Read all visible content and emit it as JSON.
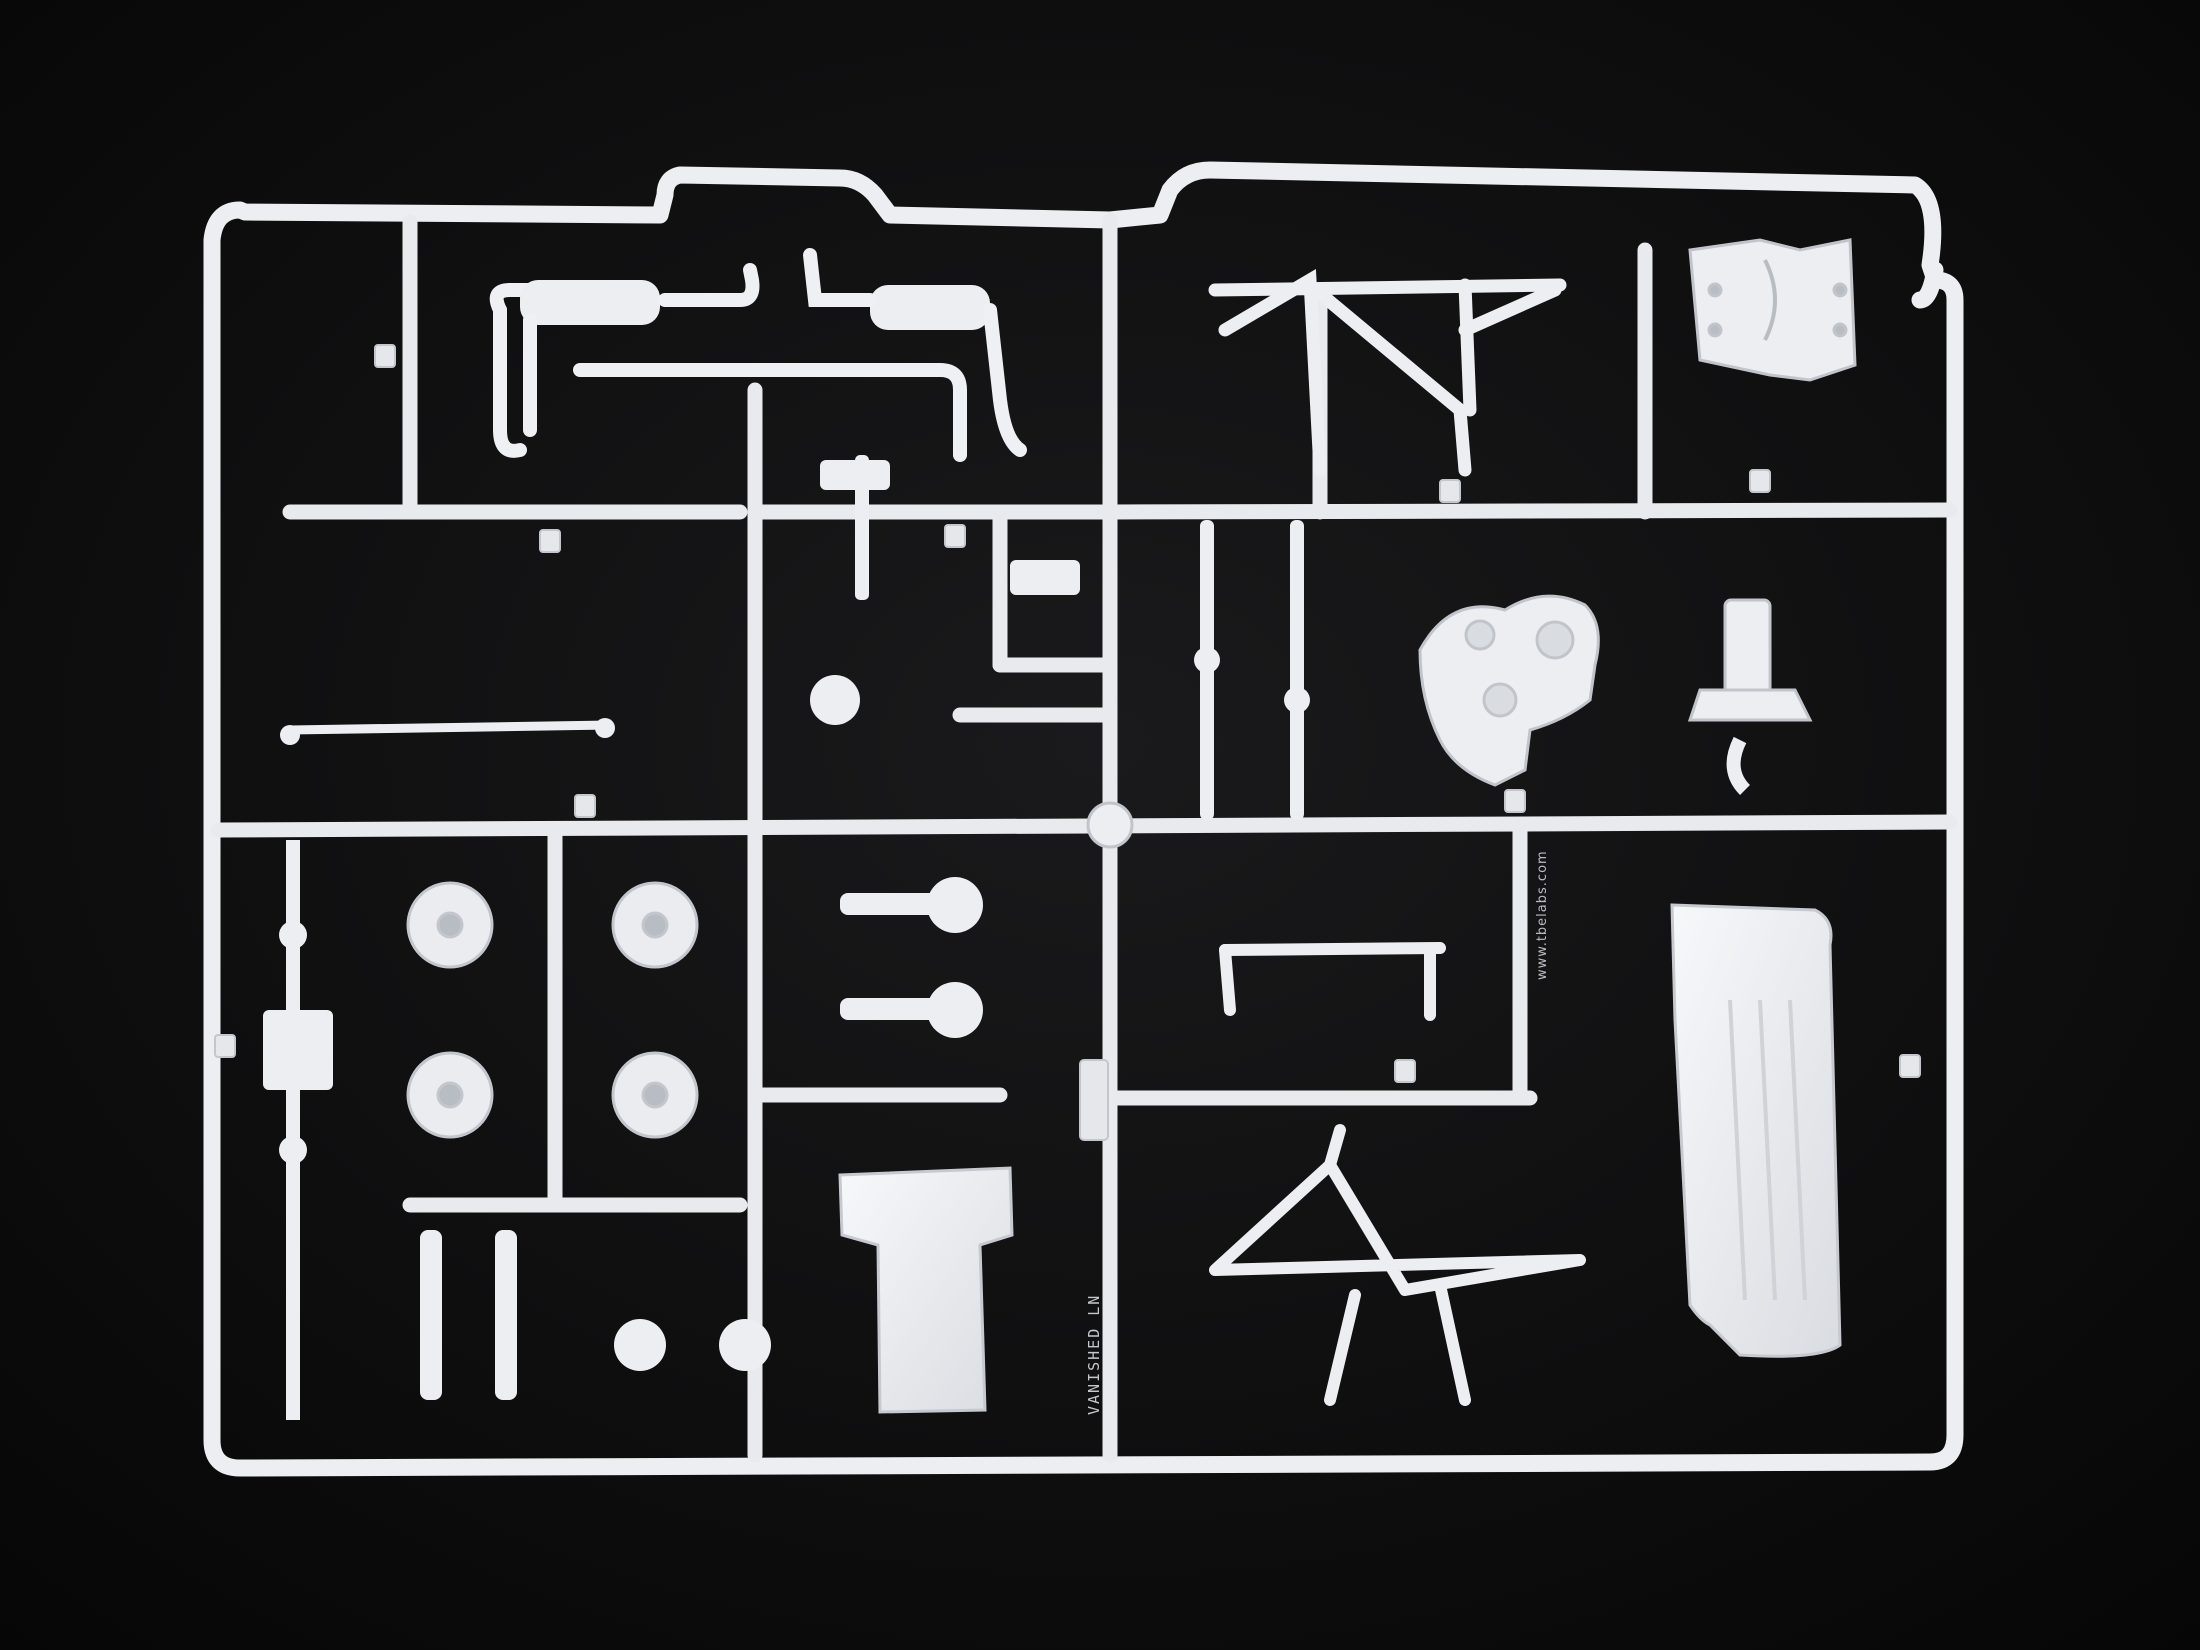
{
  "scene": {
    "subject": "plastic model kit sprue tree",
    "background_color": "#0d0d0e",
    "plastic_color": "#eceef1",
    "shadow_color": "#b7bbc2"
  },
  "molded_text": {
    "brand_url": "www.tbelabs.com",
    "part_code": "VANISHED  LN"
  }
}
